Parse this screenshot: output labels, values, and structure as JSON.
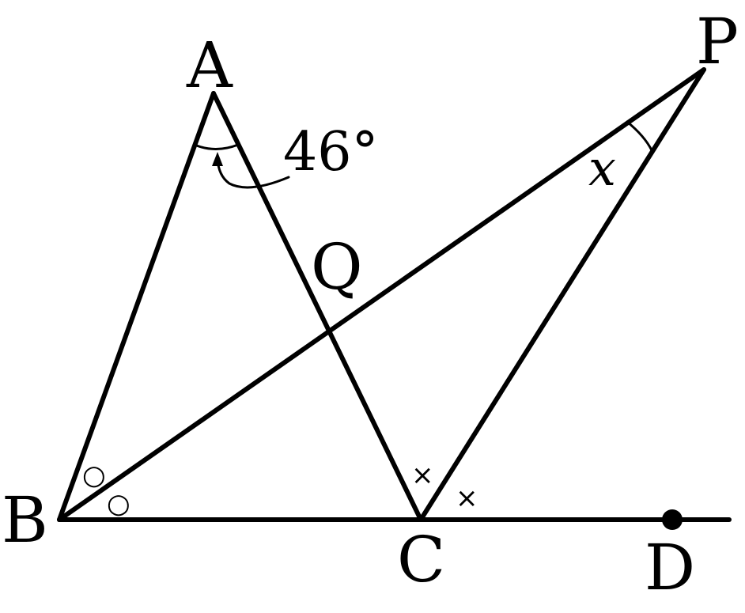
{
  "points": {
    "A": "A",
    "B": "B",
    "C": "C",
    "D": "D",
    "P": "P",
    "Q": "Q"
  },
  "angle_A": "46°",
  "angle_P": "x",
  "marks": {
    "circle": "○",
    "cross": "×"
  }
}
